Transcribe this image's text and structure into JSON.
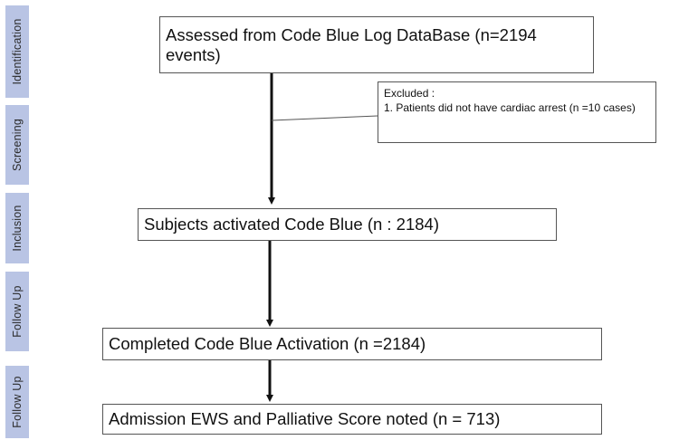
{
  "stages": [
    {
      "label": "Identification"
    },
    {
      "label": "Screening"
    },
    {
      "label": "Inclusion"
    },
    {
      "label": "Follow Up"
    },
    {
      "label": "Follow Up"
    }
  ],
  "boxes": {
    "assessed": "Assessed from Code Blue Log DataBase  (n=2194 events)",
    "excluded_title": "Excluded :",
    "excluded_item": "1. Patients did not have cardiac arrest (n =10 cases)",
    "subjects": "Subjects activated Code Blue (n : 2184)",
    "completed": "Completed Code Blue Activation (n =2184)",
    "admission": "Admission EWS and Palliative Score noted (n = 713)"
  },
  "colors": {
    "stage_tab": "#b9c4e4",
    "box_border": "#555555",
    "arrow": "#111111"
  }
}
